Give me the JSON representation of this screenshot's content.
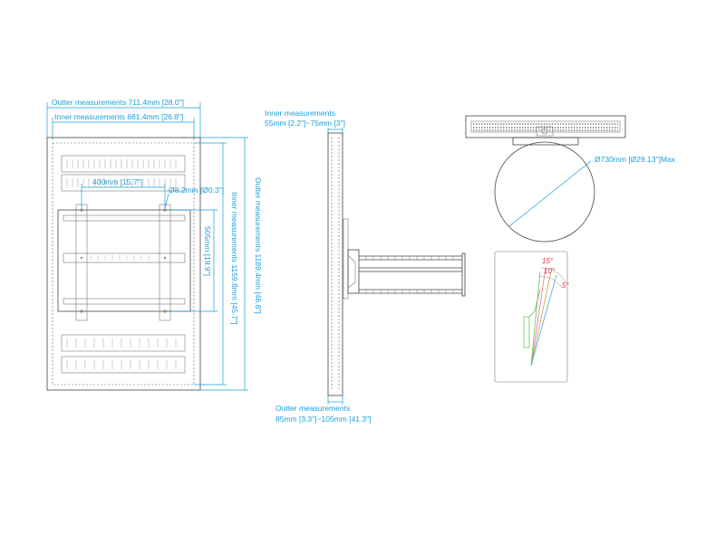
{
  "front_view": {
    "outer_width": "Outter measurements 711.4mm [28.0\"]",
    "inner_width": "Inner measurements 681.4mm [26.8\"]",
    "hole_spacing_h": "400mm [15.7\"]",
    "hole_diameter": "Ø8.2mm [Ø0.3\"]",
    "hole_spacing_v": "505mm [19.9\"]",
    "inner_height": "Inner measurements 1159.8mm [45.7\"]",
    "outer_height": "Outter measurements 1189.4mm [46.8\"]"
  },
  "side_view": {
    "inner_depth_title": "Inner measurements",
    "inner_depth": "55mm [2.2\"]~75mm [3\"]",
    "outer_depth_title": "Outter measurements",
    "outer_depth": "85mm [3.3\"]~105mm [41.3\"]"
  },
  "rotation_view": {
    "max_diameter": "Ø730mm [Ø29.13\"]Max"
  },
  "tilt_view": {
    "angles": [
      "15°",
      "10°",
      "5°"
    ]
  },
  "colors": {
    "dimension": "#1a9fd9",
    "angle": "#e0394b",
    "outline": "#444444"
  }
}
